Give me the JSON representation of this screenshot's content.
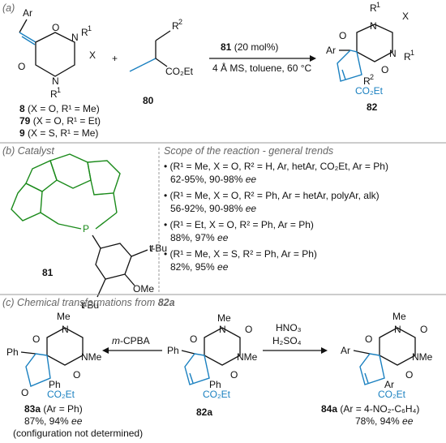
{
  "sections": {
    "a": "(a)",
    "b": "(b) Catalyst",
    "b_scope": "Scope of the reaction - general trends",
    "c_prefix": "(c) Chemical transformations from ",
    "c_compound": "82a"
  },
  "reaction_a": {
    "reagent_label": "80",
    "product_label": "82",
    "plus": "+",
    "condition_catalyst": "81",
    "condition_loading": " (20 mol%)",
    "condition_line2": "4 Å MS, toluene, 60 °C",
    "substrates": [
      {
        "num": "8",
        "desc": " (X = O, R¹ = Me)"
      },
      {
        "num": "79",
        "desc": " (X = O, R¹ = Et)"
      },
      {
        "num": "9",
        "desc": " (X = S, R¹ = Me)"
      }
    ],
    "atoms": {
      "ar": "Ar",
      "o": "O",
      "n": "N",
      "r1": "R",
      "sup1": "1",
      "x": "X",
      "r2": "R",
      "sup2": "2",
      "co2et": "CO₂Et"
    }
  },
  "catalyst": {
    "label": "81",
    "p": "P",
    "tbu1": "t-Bu",
    "tbu2": "t-Bu",
    "ome": "OMe"
  },
  "scope": [
    {
      "line1": "• (R¹ = Me, X = O, R² = H, Ar, hetAr, CO₂Et, Ar = Ph)",
      "yield": "62-95%, 90-98% ",
      "ee": "ee"
    },
    {
      "line1": "• (R¹ = Me, X = O, R² = Ph, Ar =  hetAr, polyAr, alk)",
      "yield": "56-92%, 90-98% ",
      "ee": "ee"
    },
    {
      "line1": "• (R¹ = Et, X = O, R² =  Ph, Ar = Ph)",
      "yield": "88%, 97% ",
      "ee": "ee"
    },
    {
      "line1": "• (R¹ = Me, X = S, R² =  Ph, Ar = Ph)",
      "yield": "82%, 95% ",
      "ee": "ee"
    }
  ],
  "transformations": {
    "left_reagent_m": "m",
    "left_reagent": "-CPBA",
    "right_reagent_1": "HNO₃",
    "right_reagent_2": "H₂SO₄",
    "center_label": "82a",
    "left_label": "83a",
    "left_label_desc": " (Ar = Ph)",
    "left_yield": "87%, 94% ",
    "left_ee": "ee",
    "left_note": "(configuration not determined)",
    "right_label": "84a",
    "right_label_desc": " (Ar = 4-NO₂-C₆H₄)",
    "right_yield": "78%, 94% ",
    "right_ee": "ee",
    "atoms": {
      "me": "Me",
      "nme": "NMe",
      "ph": "Ph",
      "ar": "Ar",
      "o": "O",
      "n": "N",
      "co2et": "CO₂Et"
    }
  }
}
